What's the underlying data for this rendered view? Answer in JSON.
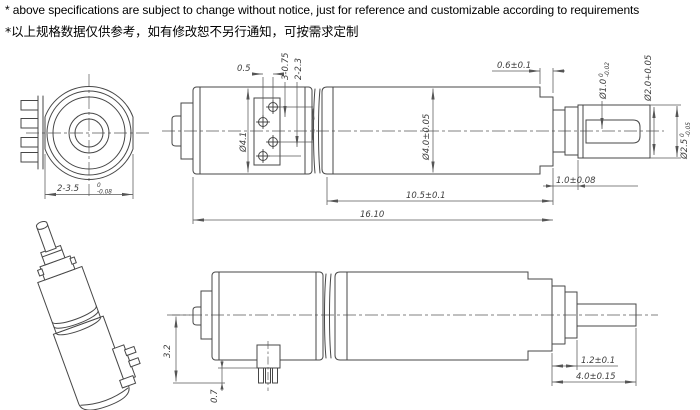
{
  "header": {
    "en": "* above specifications are subject to change without notice, just for reference and customizable according to requirements",
    "zh": "*以上规格数据仅供参考，如有修改恕不另行通知，可按需求定制"
  },
  "front_view": {
    "width_dim": "2-3.5",
    "width_tol_upper": "0",
    "width_tol_lower": "-0.08"
  },
  "top_view": {
    "pin_offset": "0.5",
    "pin_dim_a": "3-0.75",
    "pin_dim_b": "2-2.3",
    "motor_dia": "Ø4.1",
    "gearbox_dia": "Ø4.0±0.05",
    "end_step": "0.6±0.1",
    "shaft_flat": "Ø1.0",
    "shaft_flat_tol_upper": "0",
    "shaft_flat_tol_lower": "-0.02",
    "shaft_dia": "Ø2.0+0.05",
    "boss_dia": "Ø2.5",
    "boss_tol_upper": "0",
    "boss_tol_lower": "-0.05",
    "boss_len": "1.0±0.08",
    "gearbox_len": "10.5±0.1",
    "total_len": "16.10"
  },
  "bottom_view": {
    "pin_center_offset": "3.2",
    "pin_protrusion": "0.7",
    "shaft_step": "1.2±0.1",
    "shaft_len": "4.0±0.15"
  },
  "colors": {
    "line": "#474747",
    "dim": "#5a5a5a",
    "text": "#3d3d3d"
  }
}
